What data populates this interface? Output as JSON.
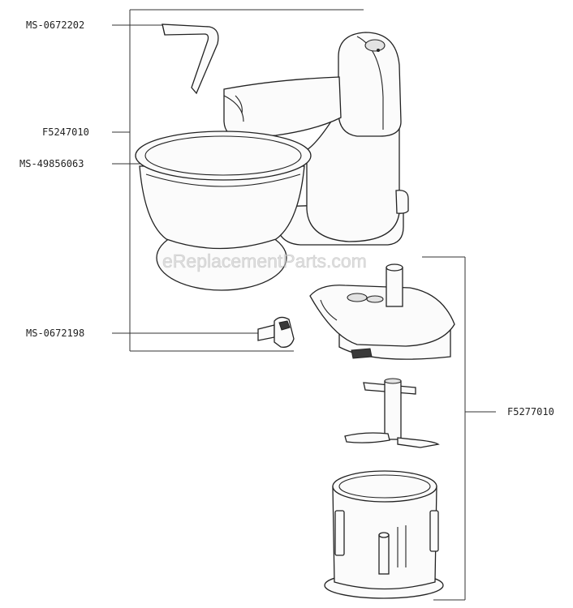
{
  "watermark": "eReplacementParts.com",
  "labels": {
    "part1": "MS-0672202",
    "part2": "F5247010",
    "part3": "MS-49856063",
    "part4": "MS-0672198",
    "part5": "F5277010"
  }
}
